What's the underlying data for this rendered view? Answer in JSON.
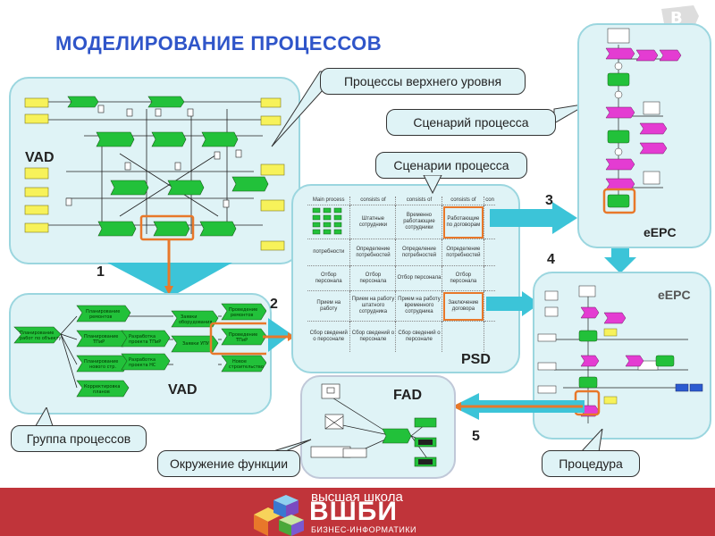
{
  "title": "МОДЕЛИРОВАНИЕ ПРОЦЕССОВ",
  "labels": {
    "vad_top": "VAD",
    "vad_bottom": "VAD",
    "epc_top": "eEPC",
    "epc_mid": "eEPC",
    "psd": "PSD",
    "fad": "FAD"
  },
  "callouts": {
    "top_processes": "Процессы верхнего уровня",
    "process_scenario": "Сценарий процесса",
    "process_scenarios": "Сценарии процесса",
    "process_group": "Группа процессов",
    "function_environment": "Окружение функции",
    "procedure": "Процедура"
  },
  "step_numbers": [
    "1",
    "2",
    "3",
    "4",
    "5"
  ],
  "vad_bottom_nodes": [
    "Планирование работ по объекту",
    "Планирование ремонтов",
    "Планирование ТПиР",
    "Планирование нового строительства",
    "Корректировка планов",
    "Заявки оборудования зап. частей",
    "Разработка проекта по ТПиР",
    "Заявки УПУ",
    "Разработка проекта по новому строительству",
    "Проведение ремонтов",
    "Проведение ТПиР",
    "Новое строительство"
  ],
  "psd_table": {
    "headers": [
      "Main process",
      "consists of",
      "consists of",
      "consists of",
      "con"
    ],
    "rows": [
      [
        "",
        "Штатные сотрудники",
        "Временно работающие сотрудники",
        "Работающие по договорам"
      ],
      [
        "потребности",
        "Определение потребностей",
        "Определение потребностей",
        "Определение потребностей"
      ],
      [
        "Отбор персонала",
        "Отбор персонала",
        "Отбор персонала",
        "Отбор персонала"
      ],
      [
        "Прием на работу",
        "Прием на работу штатного сотрудника",
        "Прием на работу временного сотрудника",
        "Заключение договора"
      ],
      [
        "Сбор сведений о персонале",
        "Сбор сведений о персонале",
        "Сбор сведений о персонале",
        ""
      ]
    ]
  },
  "footer": {
    "school": "высшая школа",
    "brand": "ВШБИ",
    "subtitle": "БИЗНЕС-ИНФОРМАТИКИ"
  },
  "colors": {
    "title": "#2f55c9",
    "panel": "#dff3f6",
    "panel_border": "#9bd6df",
    "highlight": "#e8782a",
    "process_green": "#22c13a",
    "footer": "#c0343a",
    "arrow": "#3cc4d8"
  }
}
